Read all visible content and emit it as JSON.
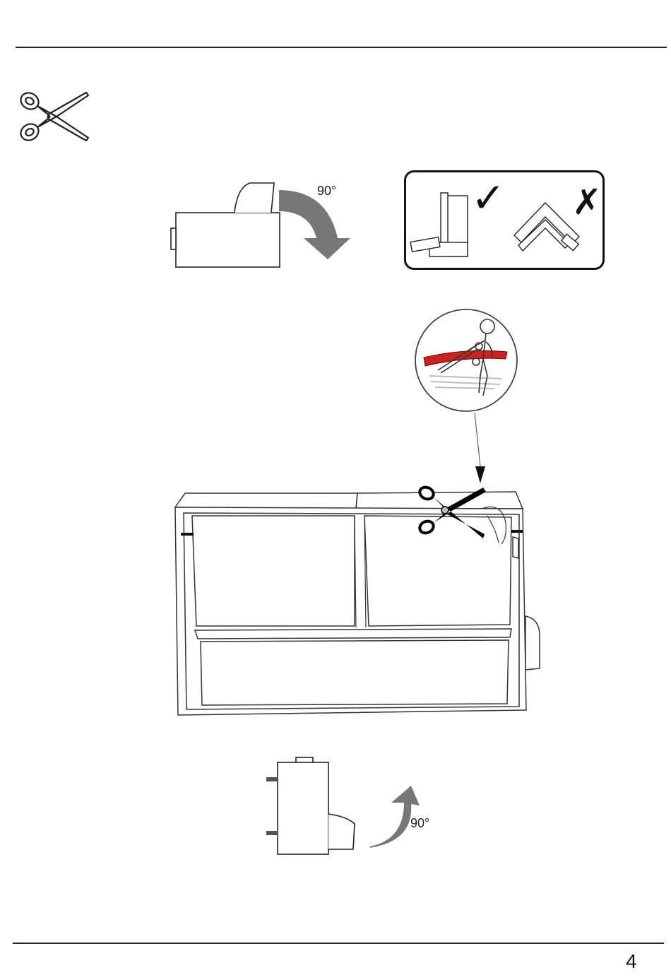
{
  "step1": {
    "rotation_label": "90°"
  },
  "step3": {
    "rotation_label": "90°"
  },
  "check_box": {
    "correct_mark": "✓",
    "wrong_mark": "✗"
  },
  "footer": {
    "page_number": "4"
  }
}
